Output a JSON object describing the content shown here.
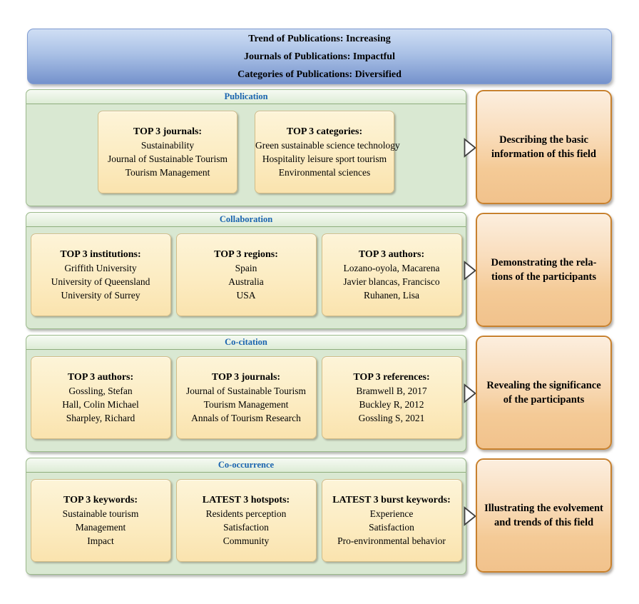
{
  "colors": {
    "banner_gradient_top": "#cfdef4",
    "banner_gradient_bottom": "#7592cc",
    "section_background": "#d9e8d2",
    "section_border": "#9cba8c",
    "section_label_blue": "#1a64af",
    "card_gradient_top": "#fdf4d8",
    "card_gradient_bottom": "#fae3ae",
    "card_border": "#d2bc87",
    "note_border": "#c8812e",
    "note_gradient_top": "#fceede",
    "note_gradient_bottom": "#f1c28c"
  },
  "banner": {
    "lines": [
      "Trend of Publications: Increasing",
      "Journals of Publications: Impactful",
      "Categories of Publications: Diversified"
    ]
  },
  "sections": [
    {
      "label": "Publication",
      "boxes": [
        {
          "title": "TOP 3 journals:",
          "items": [
            "Sustainability",
            "Journal of Sustainable Tourism",
            "Tourism Management"
          ]
        },
        {
          "title": "TOP 3 categories:",
          "items": [
            "Green sustainable science technology",
            "Hospitality leisure sport tourism",
            "Environmental sciences"
          ]
        }
      ],
      "note": [
        "Describing the basic",
        "information of this field"
      ]
    },
    {
      "label": "Collaboration",
      "boxes": [
        {
          "title": "TOP 3 institutions:",
          "items": [
            "Griffith University",
            "University of Queensland",
            "University of Surrey"
          ]
        },
        {
          "title": "TOP 3 regions:",
          "items": [
            "Spain",
            "Australia",
            "USA"
          ]
        },
        {
          "title": "TOP 3 authors:",
          "items": [
            "Lozano-oyola, Macarena",
            "Javier blancas, Francisco",
            "Ruhanen, Lisa"
          ]
        }
      ],
      "note": [
        "Demonstrating the rela-",
        "tions of the participants"
      ]
    },
    {
      "label": "Co-citation",
      "boxes": [
        {
          "title": "TOP 3 authors:",
          "items": [
            "Gossling, Stefan",
            "Hall, Colin Michael",
            "Sharpley, Richard"
          ]
        },
        {
          "title": "TOP 3 journals:",
          "items": [
            "Journal of Sustainable Tourism",
            "Tourism Management",
            "Annals of Tourism Research"
          ]
        },
        {
          "title": "TOP 3 references:",
          "items": [
            "Bramwell B, 2017",
            "Buckley R, 2012",
            "Gossling S, 2021"
          ]
        }
      ],
      "note": [
        "Revealing the significance",
        "of the participants"
      ]
    },
    {
      "label": "Co-occurrence",
      "boxes": [
        {
          "title": "TOP 3 keywords:",
          "items": [
            "Sustainable tourism",
            "Management",
            "Impact"
          ]
        },
        {
          "title": "LATEST 3 hotspots:",
          "items": [
            "Residents perception",
            "Satisfaction",
            "Community"
          ]
        },
        {
          "title": "LATEST 3 burst keywords:",
          "items": [
            "Experience",
            "Satisfaction",
            "Pro-environmental behavior"
          ]
        }
      ],
      "note": [
        "Illustrating the evolvement",
        "and trends of this field"
      ]
    }
  ]
}
